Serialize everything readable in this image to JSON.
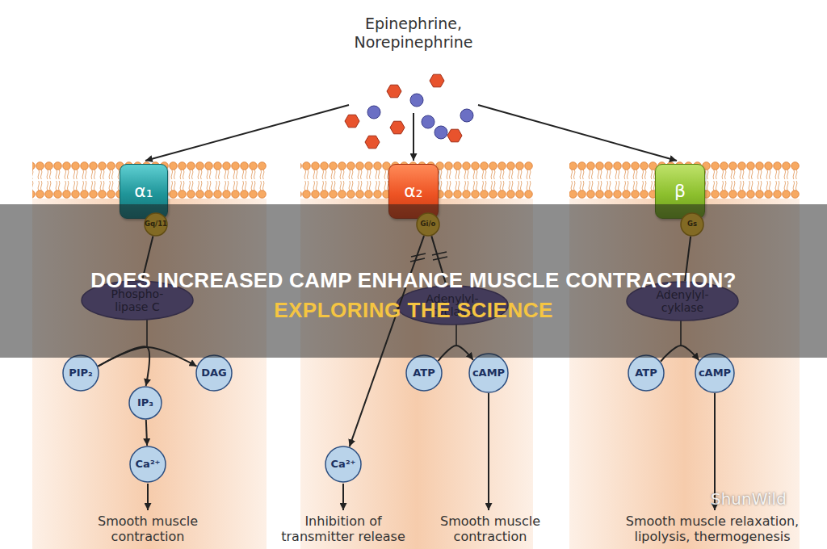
{
  "diagram": {
    "title": "DOES INCREASED CAMP ENHANCE MUSCLE CONTRACTION?",
    "nodes": [
      {
        "text": [
          "α₁"
        ]
      },
      {
        "text": [
          "Gq/11"
        ]
      },
      {
        "text": [
          "α₂"
        ]
      },
      {
        "text": [
          "Gi/o"
        ]
      },
      {
        "text": [
          "β"
        ]
      },
      {
        "text": [
          "Gs"
        ]
      },
      {
        "text": [
          "Phospho- lipase C"
        ]
      },
      {
        "text": [
          "Adenylyl- cyclase"
        ]
      },
      {
        "text": [
          "Adenylyl- cyklase"
        ]
      },
      {
        "text": [
          "PIP₂"
        ]
      },
      {
        "text": [
          "DAG"
        ]
      },
      {
        "text": [
          "ATP"
        ]
      },
      {
        "text": [
          "cAMP"
        ]
      },
      {
        "text": [
          "ATP"
        ]
      },
      {
        "text": [
          "cAMP"
        ]
      },
      {
        "text": [
          "IP₃"
        ]
      },
      {
        "text": [
          "Ca²⁺"
        ]
      },
      {
        "text": [
          "Ca²⁺"
        ]
      }
    ],
    "edges": [
      {
        "from": 1,
        "to": 6,
        "arrow": "none"
      },
      {
        "from": 3,
        "to": 7,
        "arrow": "none"
      },
      {
        "from": 3,
        "to": 17,
        "arrow": "to"
      },
      {
        "from": 5,
        "to": 8,
        "arrow": "none"
      },
      {
        "from": 9,
        "to": 10,
        "arrow": "to"
      },
      {
        "from": 9,
        "to": 15,
        "arrow": "to"
      },
      {
        "from": 15,
        "to": 16,
        "arrow": "to"
      },
      {
        "from": 11,
        "to": 12,
        "arrow": "to"
      },
      {
        "from": 13,
        "to": 14,
        "arrow": "to"
      }
    ],
    "labels": [
      "Epinephrine, Norepinephrine",
      "EXPLORING THE SCIENCE",
      "Smooth muscle contraction",
      "Inhibition of transmitter release",
      "Smooth muscle contraction",
      "Smooth muscle relaxation, lipolysis, thermogenesis",
      "ShunWild"
    ]
  }
}
